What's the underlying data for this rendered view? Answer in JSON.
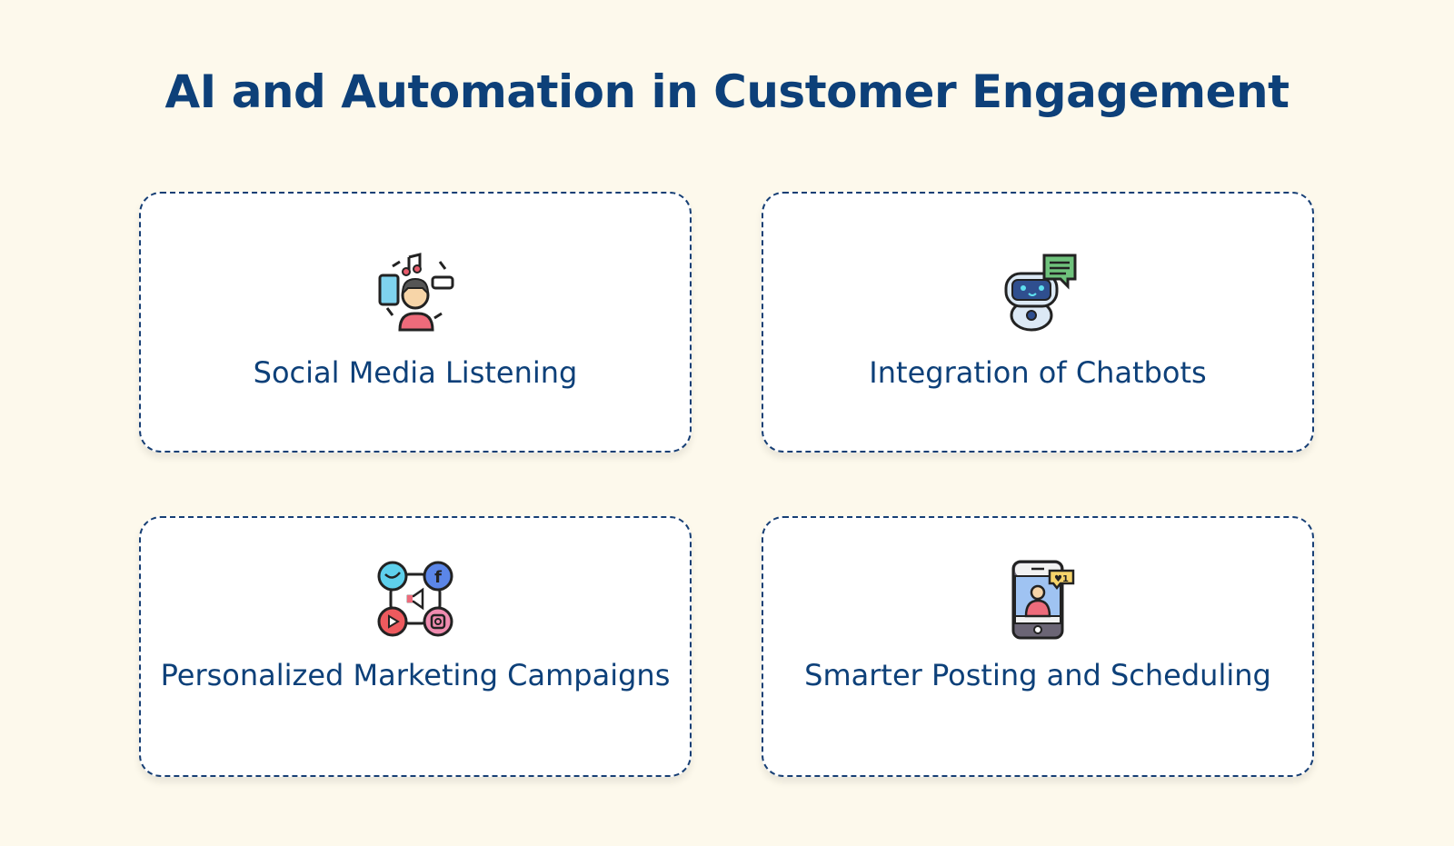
{
  "page": {
    "title": "AI and Automation in Customer Engagement",
    "background_color": "#fdf9ec",
    "accent_color": "#0d4079"
  },
  "cards": [
    {
      "label": "Social Media Listening",
      "icon": "person-listening-icon"
    },
    {
      "label": "Integration of Chatbots",
      "icon": "chatbot-robot-icon"
    },
    {
      "label": "Personalized Marketing Campaigns",
      "icon": "social-network-megaphone-icon"
    },
    {
      "label": "Smarter Posting and Scheduling",
      "icon": "smartphone-post-icon"
    }
  ]
}
